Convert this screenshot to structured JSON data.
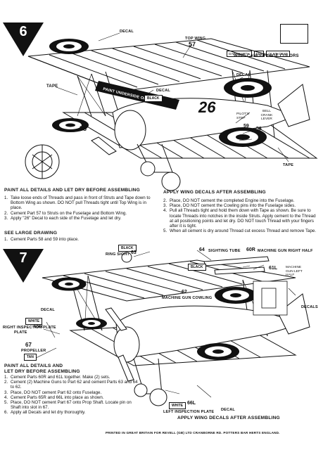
{
  "step6": {
    "number": "6",
    "labels": {
      "decal_top": "DECAL",
      "top_wing": "TOP WING",
      "top_wing_part": "57",
      "tape_left": "TAPE",
      "paint_underside": "PAINT UNDERSIDE ONLY",
      "black_tag": "BLACK",
      "decal_mid": "DECAL",
      "decal_right": "DECAL",
      "part_58_left": "58",
      "bell_crank": "BELL CRANK LEVER",
      "pilots_step": "PILOT'S STEP",
      "part_59": "59",
      "part_58_right": "58",
      "tape_right": "TAPE",
      "fuselage_number": "26"
    },
    "camouflage": {
      "swatches": [
        "DARK EARTH",
        "TAN",
        "OLIVE DRAB"
      ],
      "title": "WING CAMOUFLAGE COLORS"
    },
    "left_instructions": {
      "heading": "PAINT ALL DETAILS AND LET DRY BEFORE ASSEMBLING",
      "items": [
        {
          "n": "1.",
          "text": "Take loose ends of Threads and pass in front of Struts and Tape down to Bottom Wing as shown. DO NOT pull Threads tight until Top Wing is in place."
        },
        {
          "n": "2.",
          "text": "Cement Part 57 to Struts on the Fuselage and Bottom Wing."
        },
        {
          "n": "3.",
          "text": "Apply \"26\" Decal to each side of the Fuselage and let dry."
        }
      ],
      "subheading": "SEE LARGE DRAWING",
      "items2": [
        {
          "n": "1.",
          "text": "Cement Parts 58 and 59 into place."
        }
      ]
    },
    "right_instructions": {
      "heading": "APPLY WING DECALS AFTER ASSEMBLING",
      "items": [
        {
          "n": "2.",
          "text": "Place, DO NOT cement the completed Engine into the Fuselage."
        },
        {
          "n": "3.",
          "text": "Place, DO NOT cement the Cowling pins into the Fuselage sides."
        },
        {
          "n": "4.",
          "text": "Pull all Threads tight and hold them down with Tape as shown. Be sure to locate Threads into notches in the inside Struts. Apply cement to the Thread at all positioning points and let dry. DO NOT touch Thread with your fingers after it is tight."
        },
        {
          "n": "5.",
          "text": "When all cement is dry around Thread cut excess Thread and remove Tape."
        }
      ]
    }
  },
  "step7": {
    "number": "7",
    "labels": {
      "black_tag": "BLACK",
      "ring_sight": "RING SIGHT",
      "ring_sight_part": "63",
      "sighting_tube_part": "64",
      "sighting_tube": "SIGHTING TUBE",
      "mg_right_part": "60R",
      "mg_right": "MACHINE GUN RIGHT HALF",
      "black_tag2": "BLACK",
      "mg_left_part": "61L",
      "mg_left": "MACHINE GUN LEFT HALF",
      "cowling_part": "62",
      "cowling": "MACHINE GUN COWLING",
      "decals_right": "DECALS",
      "decal_left": "DECAL",
      "white_tag": "WHITE",
      "right_plate_part": "65R",
      "right_plate": "RIGHT INSPECTION PLATE",
      "prop_part": "67",
      "propeller": "PROPELLER",
      "tan_tag": "TAN",
      "white_tag2": "WHITE",
      "left_plate_part": "66L",
      "left_plate": "LEFT INSPECTION PLATE",
      "decal_bottom": "DECAL"
    },
    "instructions": {
      "heading1": "PAINT ALL DETAILS AND",
      "heading2": "LET DRY BEFORE ASSEMBLING",
      "items": [
        {
          "n": "1.",
          "text": "Cement Parts 60R and 61L together. Make (2) sets."
        },
        {
          "n": "2.",
          "text": "Cement (2) Machine Guns to Part 62 and cement Parts 63 and 64 to 62."
        },
        {
          "n": "3.",
          "text": "Place, DO NOT cement Part 62 onto Fuselage."
        },
        {
          "n": "4.",
          "text": "Cement Parts 65R and 66L into place as shown."
        },
        {
          "n": "5.",
          "text": "Place, DO NOT cement Part 67 onto Prop Shaft. Locate pin on Shaft into slot in 67."
        },
        {
          "n": "6.",
          "text": "Apply all Decals and let dry thoroughly."
        }
      ],
      "apply_decals": "APPLY WING DECALS AFTER ASSEMBLING"
    },
    "footer": "PRINTED IN GREAT BRITAIN FOR REVELL (GB) LTD CRANBORNE RD. POTTERS BAR HERTS ENGLAND."
  }
}
